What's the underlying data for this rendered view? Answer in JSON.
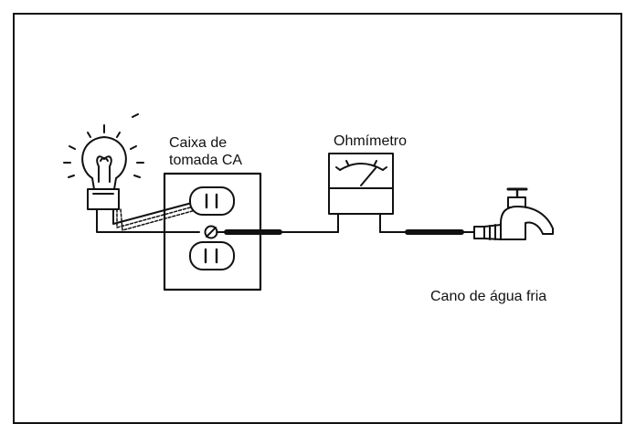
{
  "labels": {
    "outlet_box_line1": "Caixa de",
    "outlet_box_line2": "tomada CA",
    "ohmmeter": "Ohmímetro",
    "cold_water_pipe": "Cano de água fria"
  },
  "colors": {
    "ink": "#111111",
    "background": "#ffffff"
  },
  "icons": [
    "light-bulb-icon",
    "ac-outlet-icon",
    "ohmmeter-icon",
    "water-faucet-icon"
  ]
}
